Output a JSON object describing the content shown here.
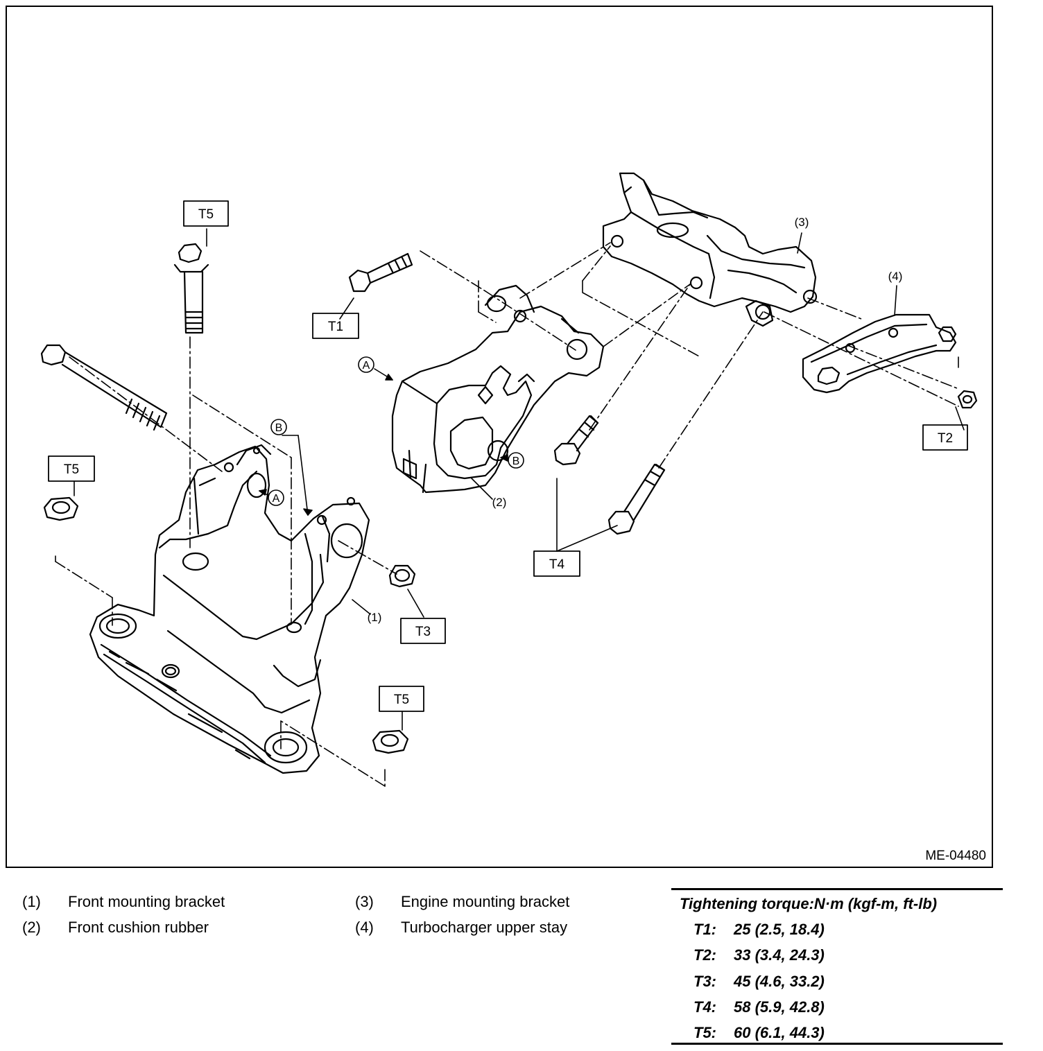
{
  "figure": {
    "ref_code": "ME-04480",
    "callouts": {
      "t5_top": "T5",
      "t5_left": "T5",
      "t5_bottom": "T5",
      "t1": "T1",
      "t2": "T2",
      "t3": "T3",
      "t4": "T4"
    },
    "part_labels": {
      "p1": "(1)",
      "p2": "(2)",
      "p3": "(3)",
      "p4": "(4)"
    },
    "markers": {
      "a_upper": "A",
      "a_lower": "A",
      "b_upper": "B",
      "b_lower": "B"
    }
  },
  "legend": {
    "items": [
      {
        "num": "(1)",
        "label": "Front mounting bracket"
      },
      {
        "num": "(2)",
        "label": "Front cushion rubber"
      },
      {
        "num": "(3)",
        "label": "Engine mounting bracket"
      },
      {
        "num": "(4)",
        "label": "Turbocharger upper stay"
      }
    ]
  },
  "torque": {
    "title": "Tightening torque:N·m (kgf-m, ft-lb)",
    "rows": [
      {
        "code": "T1:",
        "value": "25 (2.5, 18.4)"
      },
      {
        "code": "T2:",
        "value": "33 (3.4, 24.3)"
      },
      {
        "code": "T3:",
        "value": "45 (4.6, 33.2)"
      },
      {
        "code": "T4:",
        "value": "58 (5.9, 42.8)"
      },
      {
        "code": "T5:",
        "value": "60 (6.1, 44.3)"
      }
    ]
  }
}
